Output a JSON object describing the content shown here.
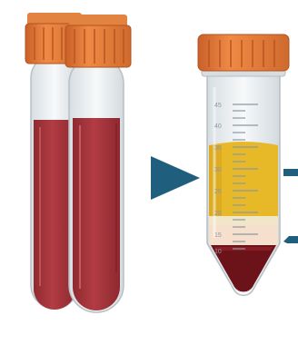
{
  "figure": {
    "left_group": {
      "name": "blood-collection-tubes",
      "cap_color": "#e87b35",
      "blood_color": "#a8363d"
    },
    "arrow": {
      "color": "#1f5f7d",
      "direction": "right"
    },
    "conical_tube": {
      "cap_color": "#e87b35",
      "scale_labels": [
        "45",
        "40",
        "35",
        "30",
        "25",
        "20",
        "15",
        "10"
      ],
      "layers": [
        {
          "name": "plasma",
          "color": "#e7b928"
        },
        {
          "name": "buffy-coat",
          "color": "#f4ead0"
        },
        {
          "name": "intermediate-layer",
          "color": "#f7dfcd"
        },
        {
          "name": "red-cell-pellet",
          "color": "#6b1319"
        }
      ]
    },
    "side_pointers_color": "#1f5f7d"
  }
}
